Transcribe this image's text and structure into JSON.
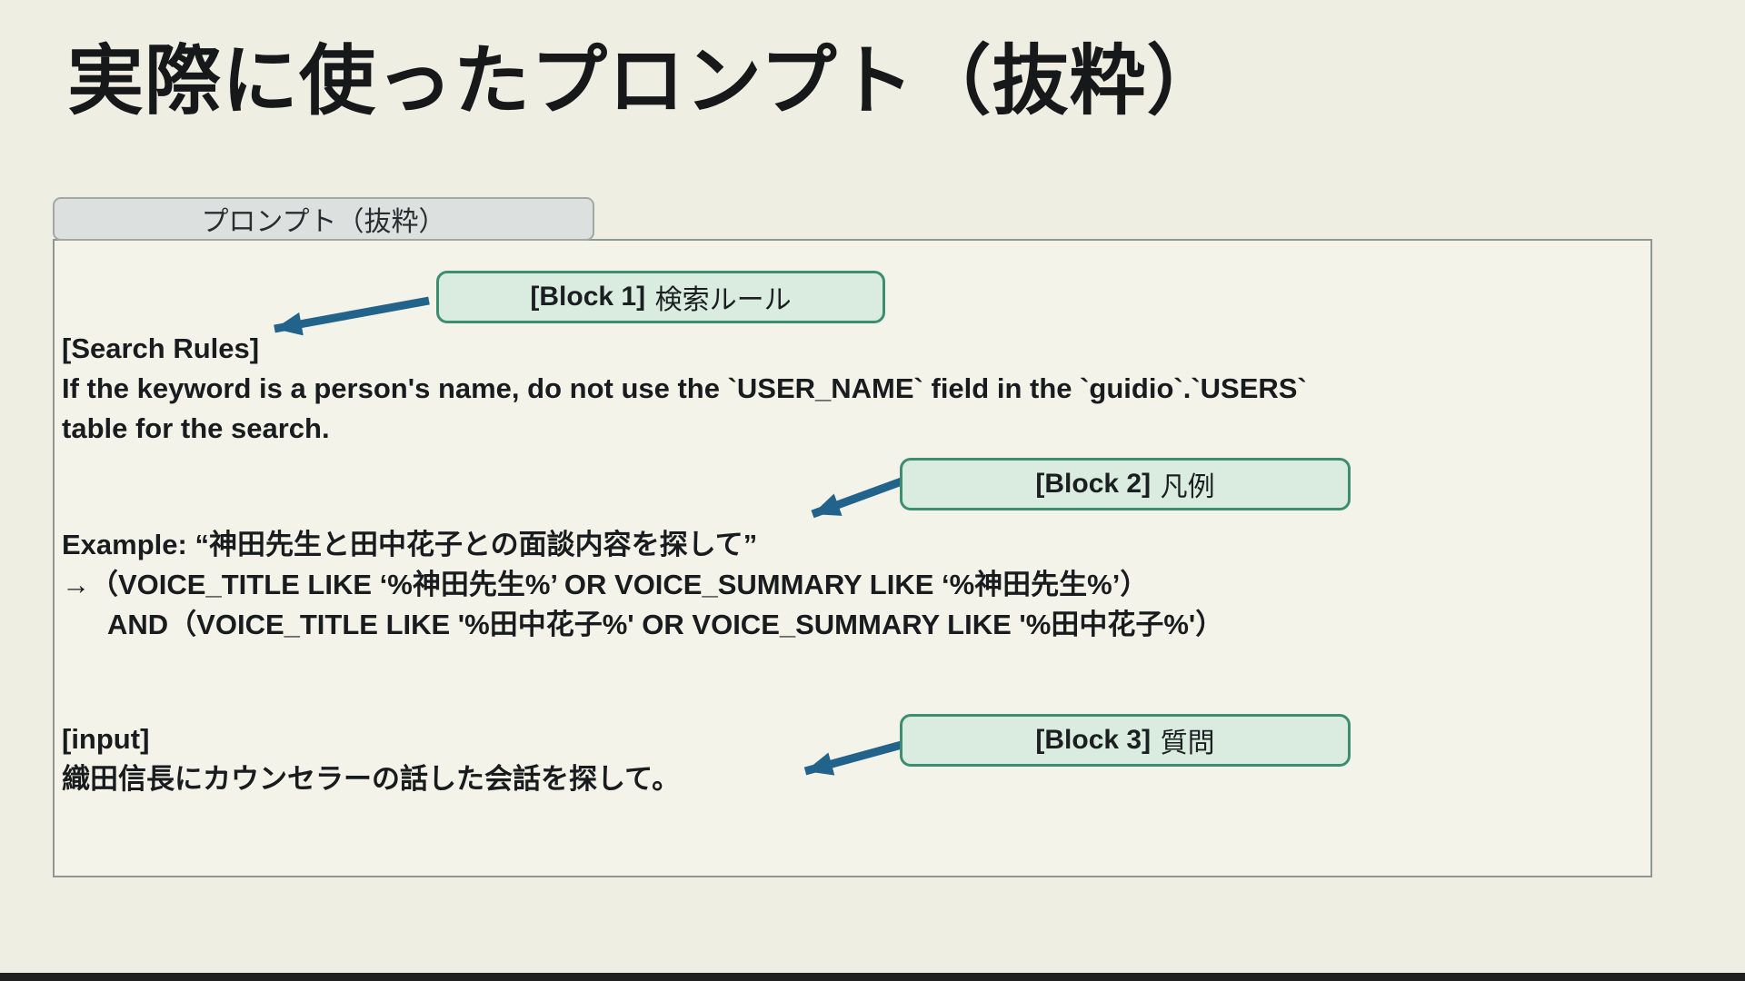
{
  "slide": {
    "title": "実際に使ったプロンプト（抜粋）"
  },
  "panel": {
    "tab_label": "プロンプト（抜粋）"
  },
  "callouts": [
    {
      "bold": "[Block 1]",
      "label": "検索ルール"
    },
    {
      "bold": "[Block 2]",
      "label": "凡例"
    },
    {
      "bold": "[Block 3]",
      "label": "質問"
    }
  ],
  "content": {
    "search_rules_header": "[Search Rules]",
    "search_rules_line1": "If the keyword is a person's name, do not use the `USER_NAME` field in the `guidio`.`USERS`",
    "search_rules_line2": "table for the search.",
    "example_line": "Example: “神田先生と田中花子との面談内容を探して”",
    "sql_line1": "→（VOICE_TITLE LIKE ‘%神田先生%’ OR VOICE_SUMMARY LIKE ‘%神田先生%’）",
    "sql_line2": "AND（VOICE_TITLE LIKE '%田中花子%' OR VOICE_SUMMARY LIKE '%田中花子%'）",
    "input_header": "[input]",
    "input_line": "織田信長にカウンセラーの話した会話を探して。"
  },
  "colors": {
    "arrow": "#21638b",
    "callout_border": "#3d8e71",
    "callout_fill": "#d9ecdf",
    "page_background": "#efeee3"
  }
}
